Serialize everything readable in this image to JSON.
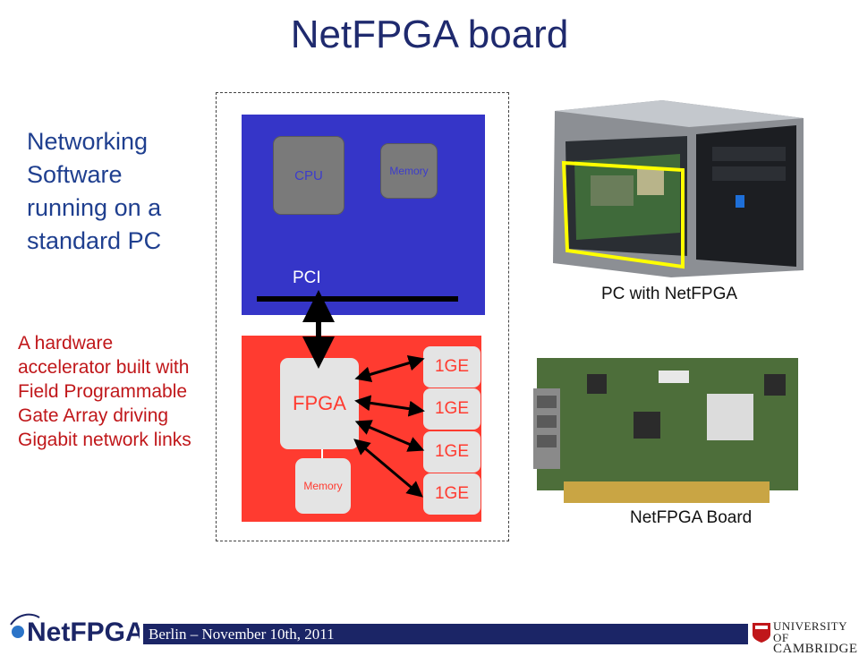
{
  "slide": {
    "title": "NetFPGA board",
    "left_text_blue": "Networking Software running on a standard PC",
    "left_text_red": "A hardware accelerator built with Field Programmable Gate Array driving Gigabit network links"
  },
  "diagram": {
    "cpu_label": "CPU",
    "memory_top_label": "Memory",
    "pci_label": "PCI",
    "fpga_label": "FPGA",
    "memory_bottom_label": "Memory",
    "ge_labels": [
      "1GE",
      "1GE",
      "1GE",
      "1GE"
    ],
    "colors": {
      "pc_area": "#3535c8",
      "fpga_area": "#ff3b30"
    }
  },
  "photos": {
    "pc_caption": "PC with NetFPGA",
    "board_caption": "NetFPGA Board"
  },
  "footer": {
    "text": "Berlin – November 10th, 2011",
    "logo_left": "NetFPGA",
    "logo_right_line1": "UNIVERSITY OF",
    "logo_right_line2": "CAMBRIDGE"
  }
}
